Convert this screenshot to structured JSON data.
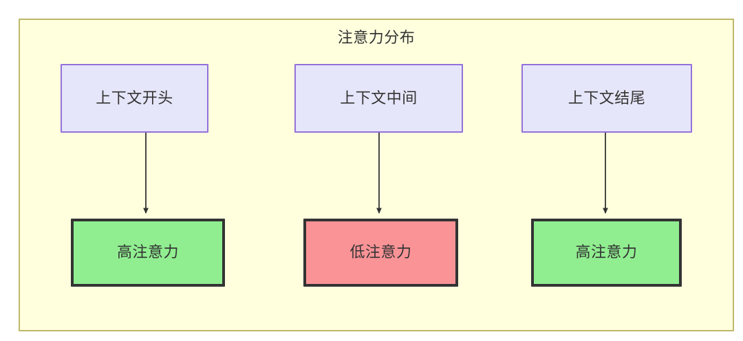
{
  "diagram": {
    "title": "注意力分布",
    "background": "#ffffde",
    "border_color": "#bdb76b",
    "text_color": "#333333",
    "source_fill": "#e6e6fa",
    "source_border": "#9370db",
    "high_fill": "#90ee90",
    "low_fill": "#fa9396",
    "node_border": "#333333",
    "edge_color": "#333333",
    "nodes": {
      "sources": [
        {
          "id": "context-start",
          "label": "上下文开头"
        },
        {
          "id": "context-middle",
          "label": "上下文中间"
        },
        {
          "id": "context-end",
          "label": "上下文结尾"
        }
      ],
      "targets": [
        {
          "id": "high-attention-start",
          "label": "高注意力",
          "level": "high"
        },
        {
          "id": "low-attention-middle",
          "label": "低注意力",
          "level": "low"
        },
        {
          "id": "high-attention-end",
          "label": "高注意力",
          "level": "high"
        }
      ]
    },
    "edges": [
      {
        "from": "context-start",
        "to": "high-attention-start"
      },
      {
        "from": "context-middle",
        "to": "low-attention-middle"
      },
      {
        "from": "context-end",
        "to": "high-attention-end"
      }
    ]
  }
}
